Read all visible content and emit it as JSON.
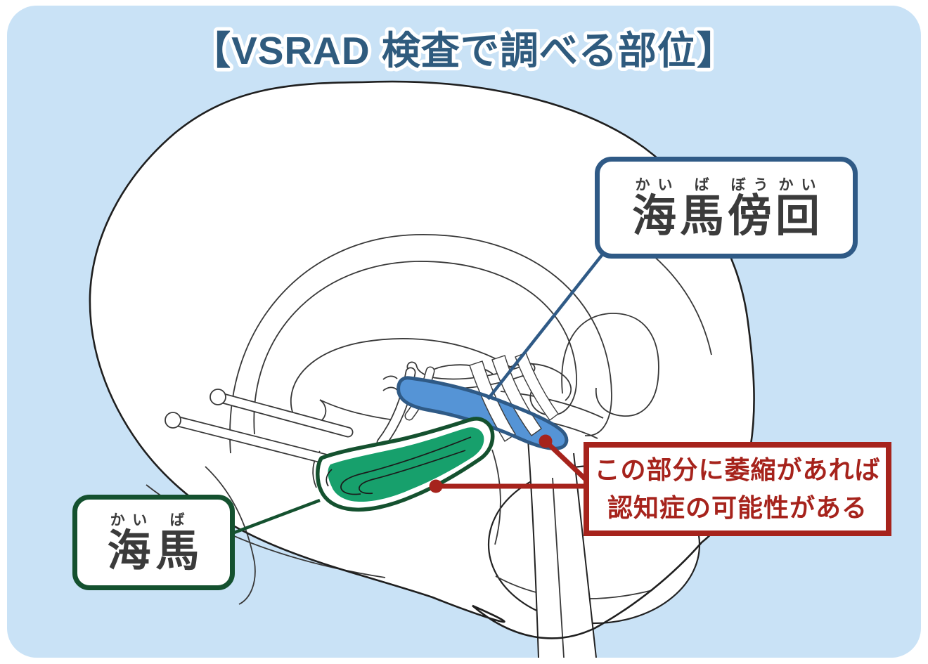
{
  "title": "【VSRAD 検査で調べる部位】",
  "labels": {
    "hippocampus": {
      "name": "海馬",
      "ruby": [
        {
          "base": "海",
          "rt": "かい"
        },
        {
          "base": "馬",
          "rt": "ば"
        }
      ]
    },
    "parahippocampal": {
      "name": "海馬傍回",
      "ruby": [
        {
          "base": "海",
          "rt": "かい"
        },
        {
          "base": "馬",
          "rt": "ば"
        },
        {
          "base": "傍",
          "rt": "ぼう"
        },
        {
          "base": "回",
          "rt": "かい"
        }
      ]
    }
  },
  "callout": {
    "line1": "この部分に萎縮があれば",
    "line2": "認知症の可能性がある"
  },
  "colors": {
    "panel": "#c9e2f6",
    "navy": "#2f5a86",
    "blue_fill": "#5594d6",
    "green_dark": "#14512f",
    "green_fill": "#17a06c",
    "red": "#a6231c",
    "title": "#2f5b7e",
    "text": "#3b3b3b"
  }
}
